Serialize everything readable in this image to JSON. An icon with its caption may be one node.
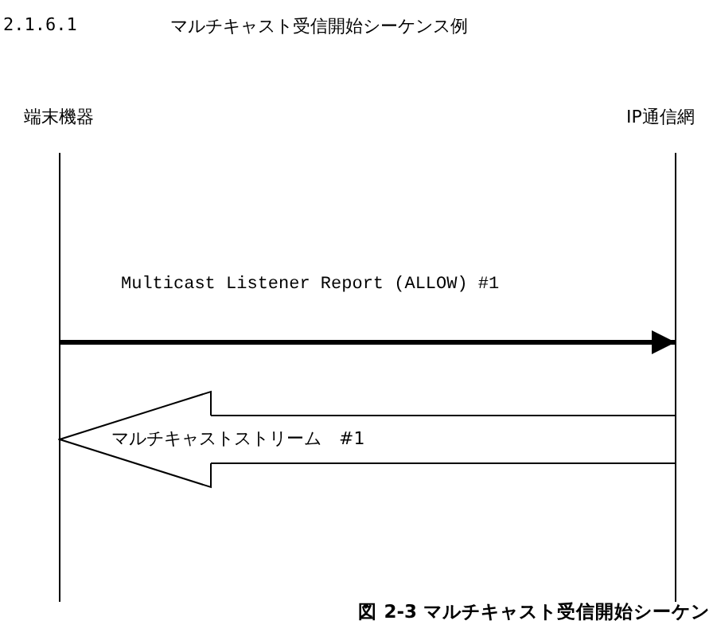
{
  "diagram": {
    "title": "マルチキャスト受信開始シーケンス例",
    "caption": "図 2-3 マルチキャスト受信開始シーケン",
    "nodes": [
      {
        "text": [
          "端末機器"
        ]
      },
      {
        "text": [
          "IP通信網"
        ]
      }
    ],
    "edges": [
      {
        "from": 0,
        "to": 1,
        "arrow": "to",
        "label": "Multicast Listener Report (ALLOW) #1",
        "style": "thick"
      },
      {
        "from": 1,
        "to": 0,
        "arrow": "to",
        "label": "マルチキャストストリーム　#1"
      }
    ],
    "labels": [
      "2.1.6.1"
    ]
  }
}
